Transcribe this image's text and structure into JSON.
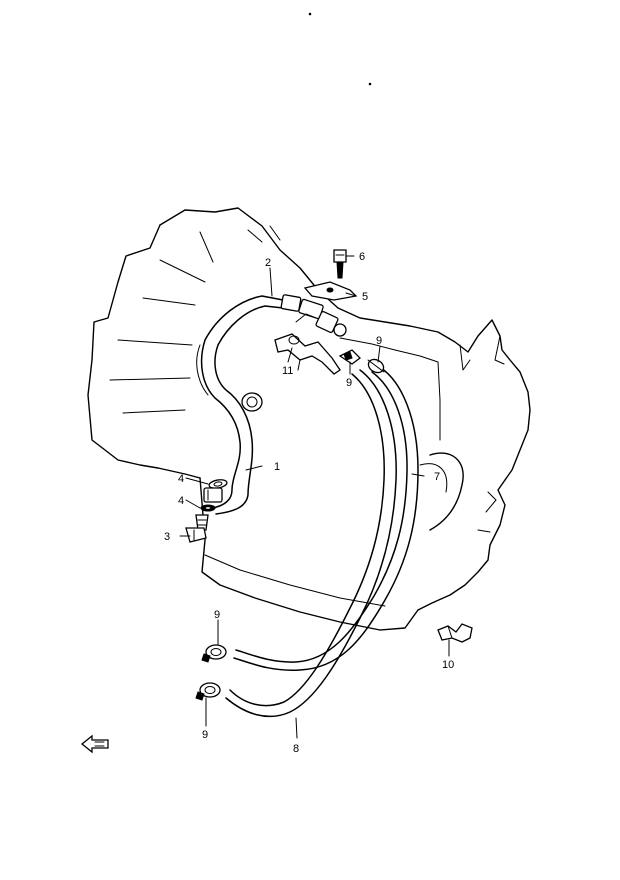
{
  "callouts": {
    "c1": "1",
    "c2": "2",
    "c3": "3",
    "c4a": "4",
    "c4b": "4",
    "c5": "5",
    "c6": "6",
    "c7": "7",
    "c8": "8",
    "c9a": "9",
    "c9b": "9",
    "c9c": "9",
    "c9d": "9",
    "c10": "10",
    "c11": "11"
  },
  "icons": {
    "front_arrow": "front-arrow-icon"
  }
}
